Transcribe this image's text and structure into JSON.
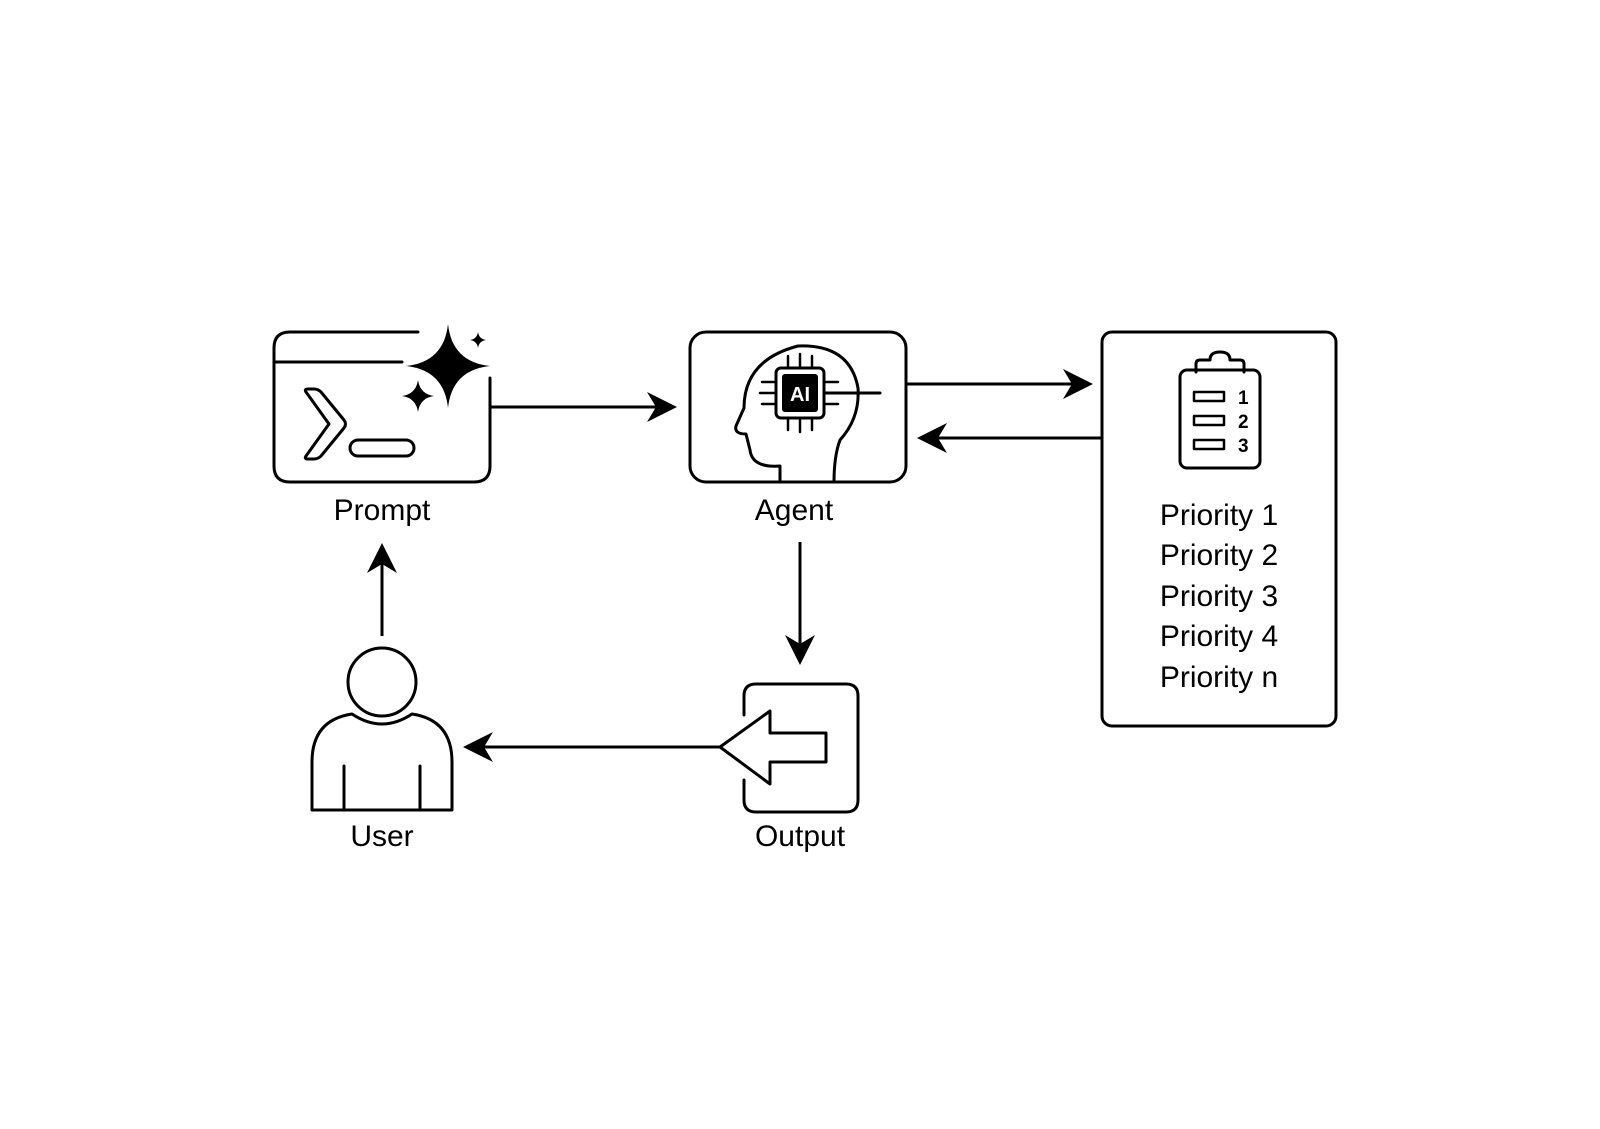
{
  "nodes": {
    "prompt": {
      "label": "Prompt",
      "icon": "terminal-sparkle-icon"
    },
    "agent": {
      "label": "Agent",
      "icon": "ai-head-chip-icon",
      "chip_text": "AI"
    },
    "output": {
      "label": "Output",
      "icon": "output-arrow-icon"
    },
    "user": {
      "label": "User",
      "icon": "user-icon"
    },
    "priorities": {
      "icon": "numbered-clipboard-icon",
      "clipboard_numbers": [
        "1",
        "2",
        "3"
      ],
      "items": [
        "Priority 1",
        "Priority 2",
        "Priority 3",
        "Priority 4",
        "Priority n"
      ]
    }
  },
  "edges": [
    {
      "from": "Prompt",
      "to": "Agent"
    },
    {
      "from": "Agent",
      "to": "Priorities"
    },
    {
      "from": "Priorities",
      "to": "Agent"
    },
    {
      "from": "Agent",
      "to": "Output"
    },
    {
      "from": "Output",
      "to": "User"
    },
    {
      "from": "User",
      "to": "Prompt"
    }
  ],
  "colors": {
    "stroke": "#000000",
    "background": "#ffffff"
  }
}
